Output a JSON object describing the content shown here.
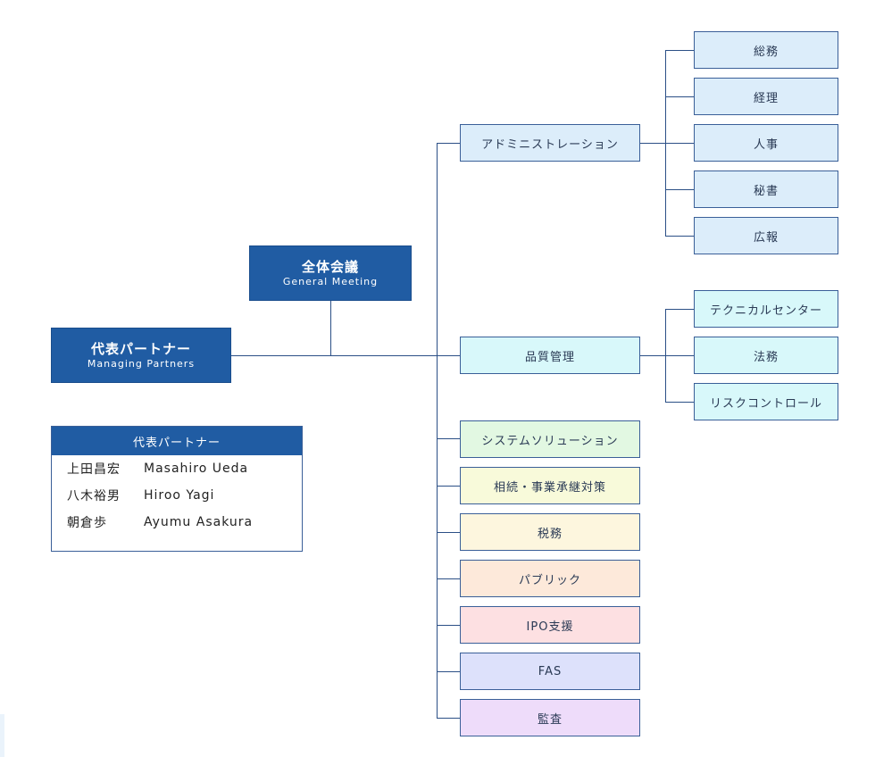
{
  "root": {
    "jp": "代表パートナー",
    "en": "Managing Partners"
  },
  "meeting": {
    "jp": "全体会議",
    "en": "General Meeting"
  },
  "divisions": {
    "admin": {
      "label": "アドミニストレーション",
      "children": [
        "総務",
        "経理",
        "人事",
        "秘書",
        "広報"
      ]
    },
    "quality": {
      "label": "品質管理",
      "children": [
        "テクニカルセンター",
        "法務",
        "リスクコントロール"
      ]
    },
    "others": [
      "システムソリューション",
      "相続・事業承継対策",
      "税務",
      "パブリック",
      "IPO支援",
      "FAS",
      "監査"
    ]
  },
  "legend": {
    "title": "代表パートナー",
    "partners": [
      {
        "jp": "上田昌宏",
        "en": "Masahiro Ueda"
      },
      {
        "jp": "八木裕男",
        "en": "Hiroo Yagi"
      },
      {
        "jp": "朝倉歩",
        "en": "Ayumu Asakura"
      }
    ]
  },
  "colors": {
    "line": "#2b4f86",
    "dark_box": "#205ca3",
    "admin": "#dcedfa",
    "quality": "#d8f8fa",
    "others": [
      "#e2f8e2",
      "#f8fada",
      "#fdf6de",
      "#fde9da",
      "#fde0e2",
      "#dde1fb",
      "#eedcfa"
    ]
  }
}
